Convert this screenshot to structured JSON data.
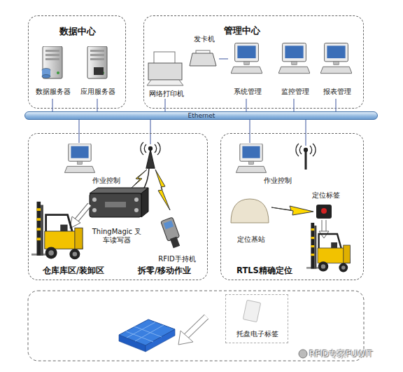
{
  "diagram": {
    "nodes": [
      {
        "text": [
          "数据中心"
        ]
      },
      {
        "text": [
          "数据服务器"
        ],
        "in": 0
      },
      {
        "text": [
          "应用服务器"
        ],
        "in": 0
      },
      {
        "text": [
          "管理中心"
        ]
      },
      {
        "text": [
          "网络打印机"
        ],
        "in": 3
      },
      {
        "text": [
          "发卡机"
        ],
        "in": 3
      },
      {
        "text": [
          "系统管理"
        ],
        "in": 3
      },
      {
        "text": [
          "监控管理"
        ],
        "in": 3
      },
      {
        "text": [
          "报表管理"
        ],
        "in": 3
      },
      {
        "text": [
          "Ethernet"
        ]
      },
      {
        "text": [
          "仓库库区/装卸区",
          "拆零/移动作业"
        ]
      },
      {
        "text": [
          "作业控制"
        ],
        "in": 10
      },
      {
        "text": [
          "ThingMagic 叉车读写器"
        ],
        "in": 10
      },
      {
        "text": [
          "RFID手持机"
        ],
        "in": 10
      },
      {
        "text": [
          "RTLS精确定位"
        ]
      },
      {
        "text": [
          "作业控制"
        ],
        "in": 14
      },
      {
        "text": [
          "定位基站"
        ],
        "in": 14
      },
      {
        "text": [
          "定位标签"
        ],
        "in": 14
      },
      {
        "text": [
          "托盘电子标签"
        ]
      }
    ],
    "edges": [
      {
        "from": 1,
        "to": 9,
        "arrow": "none"
      },
      {
        "from": 2,
        "to": 9,
        "arrow": "none"
      },
      {
        "from": 4,
        "to": 9,
        "arrow": "none"
      },
      {
        "from": 5,
        "to": 6,
        "arrow": "none"
      },
      {
        "from": 6,
        "to": 9,
        "arrow": "none"
      },
      {
        "from": 7,
        "to": 9,
        "arrow": "none"
      },
      {
        "from": 8,
        "to": 9,
        "arrow": "none"
      },
      {
        "from": 11,
        "to": 9,
        "arrow": "none"
      },
      {
        "from": 15,
        "to": 9,
        "arrow": "none"
      }
    ],
    "labels": [
      "RFID专家FUWIT"
    ]
  }
}
